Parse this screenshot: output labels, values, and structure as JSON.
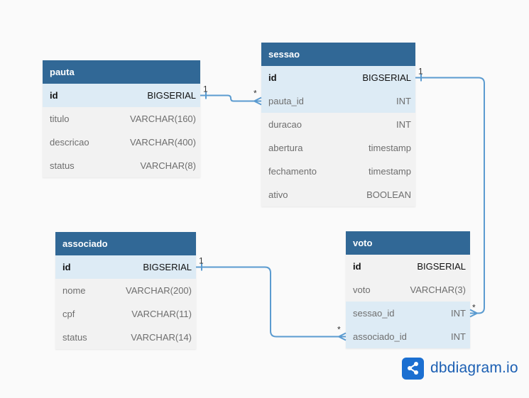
{
  "tables": [
    {
      "id": "pauta",
      "name": "pauta",
      "columns": [
        {
          "name": "id",
          "type": "BIGSERIAL",
          "pk": true,
          "highlight": true
        },
        {
          "name": "titulo",
          "type": "VARCHAR(160)"
        },
        {
          "name": "descricao",
          "type": "VARCHAR(400)"
        },
        {
          "name": "status",
          "type": "VARCHAR(8)"
        }
      ]
    },
    {
      "id": "sessao",
      "name": "sessao",
      "columns": [
        {
          "name": "id",
          "type": "BIGSERIAL",
          "pk": true,
          "highlight": true
        },
        {
          "name": "pauta_id",
          "type": "INT",
          "highlight": true
        },
        {
          "name": "duracao",
          "type": "INT"
        },
        {
          "name": "abertura",
          "type": "timestamp"
        },
        {
          "name": "fechamento",
          "type": "timestamp"
        },
        {
          "name": "ativo",
          "type": "BOOLEAN"
        }
      ]
    },
    {
      "id": "associado",
      "name": "associado",
      "columns": [
        {
          "name": "id",
          "type": "BIGSERIAL",
          "pk": true,
          "highlight": true
        },
        {
          "name": "nome",
          "type": "VARCHAR(200)"
        },
        {
          "name": "cpf",
          "type": "VARCHAR(11)"
        },
        {
          "name": "status",
          "type": "VARCHAR(14)"
        }
      ]
    },
    {
      "id": "voto",
      "name": "voto",
      "columns": [
        {
          "name": "id",
          "type": "BIGSERIAL",
          "pk": true
        },
        {
          "name": "voto",
          "type": "VARCHAR(3)"
        },
        {
          "name": "sessao_id",
          "type": "INT",
          "highlight": true
        },
        {
          "name": "associado_id",
          "type": "INT",
          "highlight": true
        }
      ]
    }
  ],
  "relations": [
    {
      "from": "pauta.id",
      "to": "sessao.pauta_id",
      "from_card": "1",
      "to_card": "*"
    },
    {
      "from": "sessao.id",
      "to": "voto.sessao_id",
      "from_card": "1",
      "to_card": "*"
    },
    {
      "from": "associado.id",
      "to": "voto.associado_id",
      "from_card": "1",
      "to_card": "*"
    }
  ],
  "colors": {
    "header": "#316896",
    "highlight_row": "#ddebf5",
    "connector": "#5b9bd0",
    "brand": "#1b6fd1"
  },
  "brand": {
    "icon": "share-nodes-icon",
    "text": "dbdiagram.io"
  }
}
